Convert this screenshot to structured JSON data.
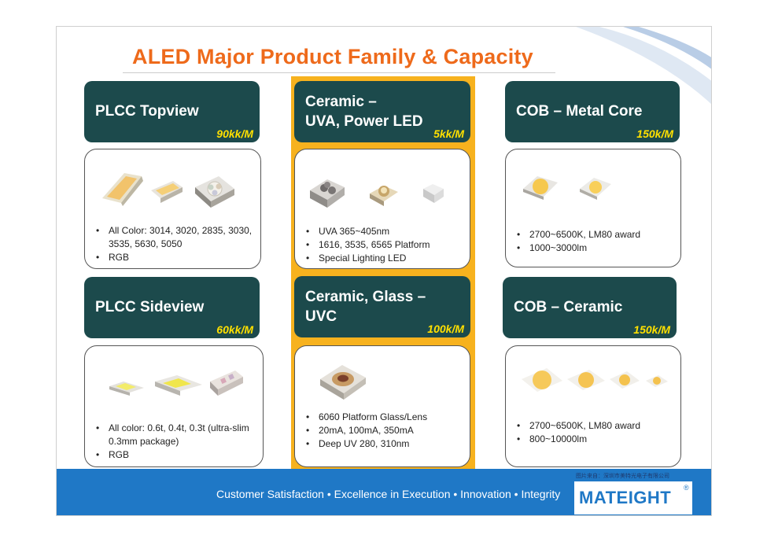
{
  "title": "ALED Major Product Family & Capacity",
  "products": [
    {
      "name_lines": [
        "PLCC Topview"
      ],
      "capacity": "90kk/M",
      "bullets": [
        "All Color: 3014, 3020, 2835, 3030, 3535, 5630, 5050",
        "RGB"
      ]
    },
    {
      "name_lines": [
        "Ceramic –",
        "UVA, Power LED"
      ],
      "capacity": "5kk/M",
      "bullets": [
        "UVA 365~405nm",
        "1616, 3535, 6565 Platform",
        "Special Lighting LED"
      ]
    },
    {
      "name_lines": [
        "COB – Metal Core"
      ],
      "capacity": "150k/M",
      "bullets": [
        "2700~6500K, LM80 award",
        "1000~3000lm"
      ]
    },
    {
      "name_lines": [
        "PLCC Sideview"
      ],
      "capacity": "60kk/M",
      "bullets": [
        "All color: 0.6t, 0.4t, 0.3t (ultra-slim 0.3mm package)",
        "RGB"
      ]
    },
    {
      "name_lines": [
        "Ceramic, Glass –",
        "UVC"
      ],
      "capacity": "100k/M",
      "bullets": [
        "6060 Platform Glass/Lens",
        "20mA, 100mA, 350mA",
        "Deep UV 280, 310nm"
      ]
    },
    {
      "name_lines": [
        "COB – Ceramic"
      ],
      "capacity": "150k/M",
      "bullets": [
        "2700~6500K, LM80 award",
        "800~10000lm"
      ]
    }
  ],
  "footer": {
    "tagline": "Customer Satisfaction • Excellence in Execution • Innovation • Integrity",
    "logo": "MATEIGHT",
    "registered_mark": "®",
    "source_note": "图片来自：深圳市美特光电子有限公司"
  },
  "colors": {
    "title": "#ee6a1b",
    "header_bg": "#1c4a4c",
    "capacity": "#ffe000",
    "highlight_column": "#f7b21e",
    "footer_bg": "#1f78c6"
  }
}
